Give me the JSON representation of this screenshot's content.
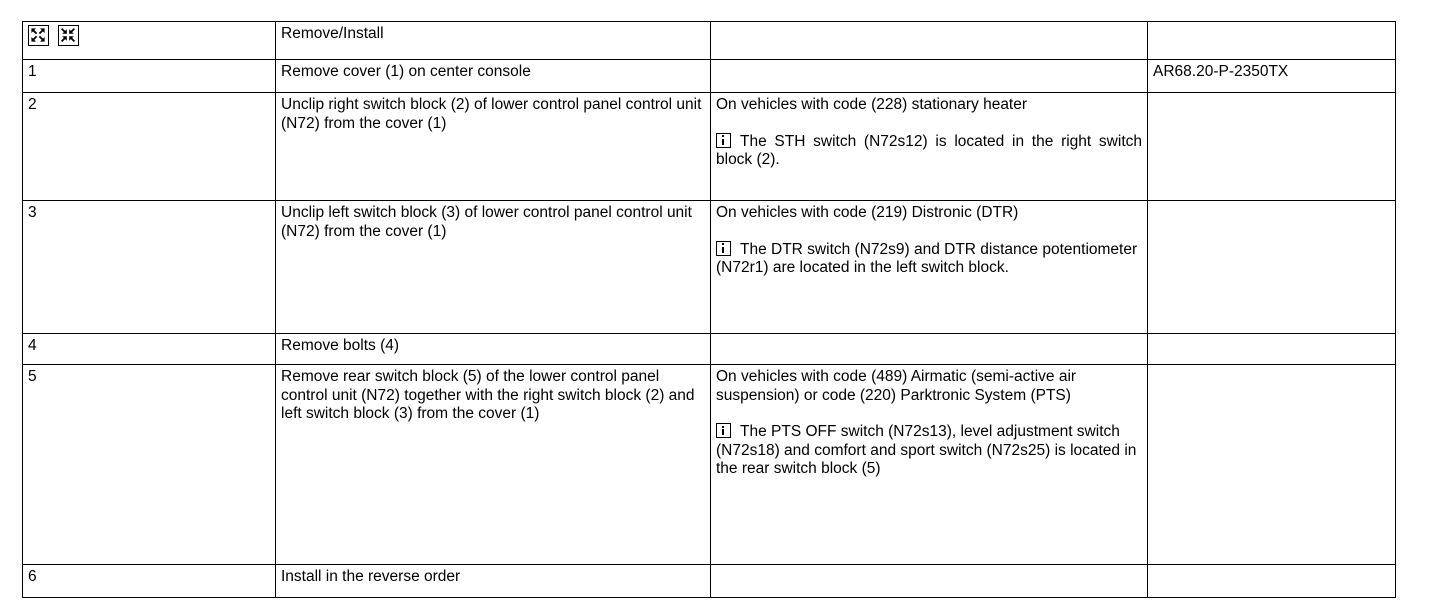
{
  "table": {
    "columns": [
      "step",
      "description",
      "note",
      "reference"
    ],
    "header": {
      "icons": [
        "expand-icon",
        "collapse-icon"
      ],
      "description": "Remove/Install",
      "note": "",
      "reference": ""
    },
    "rows": [
      {
        "step": "1",
        "description": "Remove cover (1) on center console",
        "note_head": "",
        "note_body": "",
        "reference": "AR68.20-P-2350TX"
      },
      {
        "step": "2",
        "description": "Unclip right switch block (2) of lower control panel control unit (N72) from the cover (1)",
        "note_head": "On vehicles with code (228) stationary heater",
        "note_body": "The STH switch  (N72s12) is located  in the right switch block (2).",
        "reference": ""
      },
      {
        "step": "3",
        "description": "Unclip left switch block (3) of lower control panel control unit (N72) from the cover (1)",
        "note_head": "On vehicles with code (219) Distronic (DTR)",
        "note_body": "The DTR switch  (N72s9)  and DTR distance potentiometer (N72r1) are located in the left switch block.",
        "reference": ""
      },
      {
        "step": "4",
        "description": "Remove bolts (4)",
        "note_head": "",
        "note_body": "",
        "reference": ""
      },
      {
        "step": "5",
        "description": "Remove rear switch block (5) of the lower control panel control unit (N72) together with the right switch block (2) and left switch block (3) from the cover (1)",
        "note_head": "On vehicles with code (489) Airmatic (semi-active air suspension) or code (220) Parktronic System (PTS)",
        "note_body": "The PTS  OFF switch   (N72s13), level adjustment switch (N72s18) and comfort and sport switch (N72s25) is located in the rear switch block (5)",
        "reference": ""
      },
      {
        "step": "6",
        "description": "Install in the reverse order",
        "note_head": "",
        "note_body": "",
        "reference": ""
      }
    ]
  },
  "colors": {
    "border": "#000000",
    "text": "#000000",
    "background": "#ffffff"
  }
}
